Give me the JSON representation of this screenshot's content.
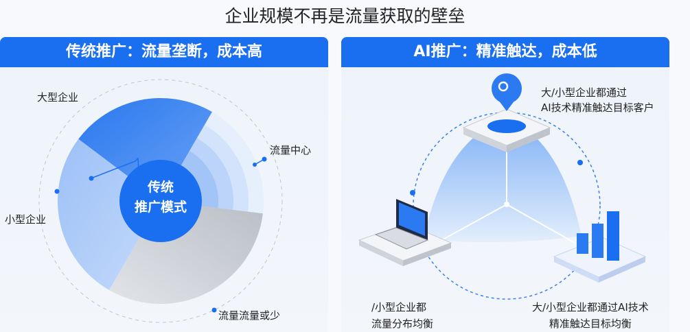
{
  "title": "企业规模不再是流量获取的壁垒",
  "left": {
    "header": "传统推广：流量垄断，成本高",
    "center_line1": "传统",
    "center_line2": "推广模式",
    "labels": {
      "large": "大型企业",
      "center": "流量中心",
      "small": "小型企业",
      "less": "流量流量或少"
    }
  },
  "right": {
    "header": "AI推广：精准触达，成本低",
    "top_line1": "大/小型企业都通过",
    "top_line2": "AI技术精准触达目标客户",
    "left_line1": "/小型企业都",
    "left_line2": "流量分布均衡",
    "right_line1": "大/小型企业都通过AI技术",
    "right_line2": "精准触达目标均衡"
  },
  "colors": {
    "accent": "#1a6ff0"
  }
}
